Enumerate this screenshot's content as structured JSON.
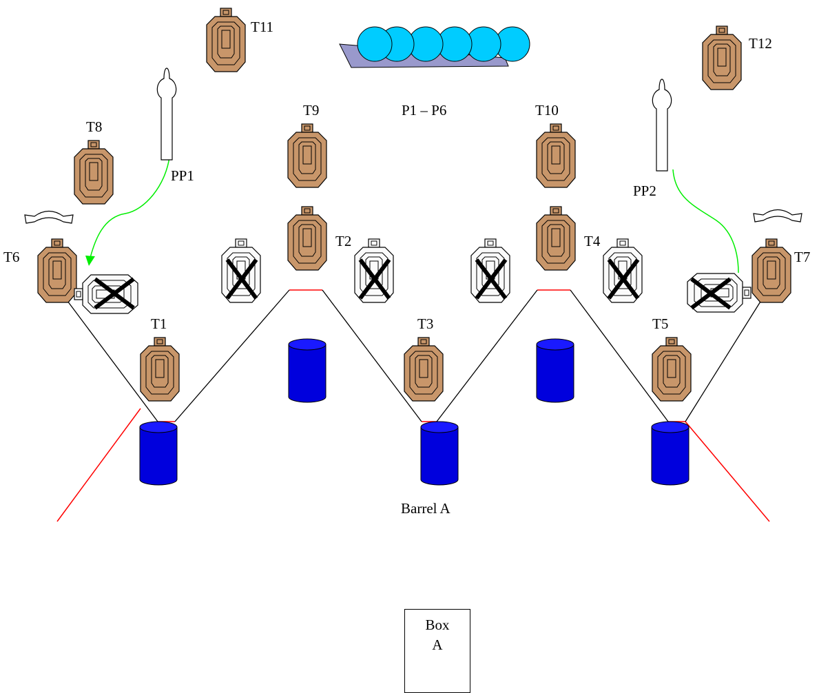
{
  "colors": {
    "target": "#c8966a",
    "target_stroke": "#000000",
    "barrel": "#0000dd",
    "barrel_top": "#1a1aff",
    "popper": "#00ccff",
    "popper_base": "#9999cc",
    "fault_line": "#ff0000",
    "swing_line": "#00ee00"
  },
  "targets": [
    {
      "id": "T1",
      "label": "T1"
    },
    {
      "id": "T2",
      "label": "T2"
    },
    {
      "id": "T3",
      "label": "T3"
    },
    {
      "id": "T4",
      "label": "T4"
    },
    {
      "id": "T5",
      "label": "T5"
    },
    {
      "id": "T6",
      "label": "T6"
    },
    {
      "id": "T7",
      "label": "T7"
    },
    {
      "id": "T8",
      "label": "T8"
    },
    {
      "id": "T9",
      "label": "T9"
    },
    {
      "id": "T10",
      "label": "T10"
    },
    {
      "id": "T11",
      "label": "T11"
    },
    {
      "id": "T12",
      "label": "T12"
    }
  ],
  "poppers": {
    "label": "P1 – P6",
    "count": 6
  },
  "pepper_poppers": [
    {
      "id": "PP1",
      "label": "PP1"
    },
    {
      "id": "PP2",
      "label": "PP2"
    }
  ],
  "no_shoot_count": 6,
  "barrel_label": "Barrel A",
  "box": {
    "line1": "Box",
    "line2": "A"
  }
}
